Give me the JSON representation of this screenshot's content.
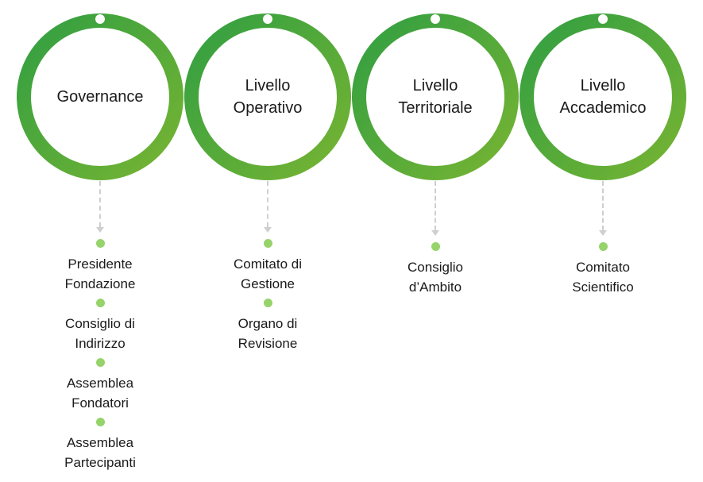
{
  "colors": {
    "ring_gradient_start": "#2e9e42",
    "ring_gradient_end": "#7ab532",
    "item_dot": "#96d36a",
    "connector": "#cfcfcf"
  },
  "columns": [
    {
      "title": "Governance",
      "items": [
        {
          "label": "Presidente\nFondazione"
        },
        {
          "label": "Consiglio di\nIndirizzo"
        },
        {
          "label": "Assemblea\nFondatori"
        },
        {
          "label": "Assemblea\nPartecipanti"
        }
      ]
    },
    {
      "title": "Livello\nOperativo",
      "items": [
        {
          "label": "Comitato di\nGestione"
        },
        {
          "label": "Organo di\nRevisione"
        }
      ]
    },
    {
      "title": "Livello\nTerritoriale",
      "items": [
        {
          "label": "Consiglio\nd’Ambito"
        }
      ]
    },
    {
      "title": "Livello\nAccademico",
      "items": [
        {
          "label": "Comitato\nScientifico"
        }
      ]
    }
  ]
}
